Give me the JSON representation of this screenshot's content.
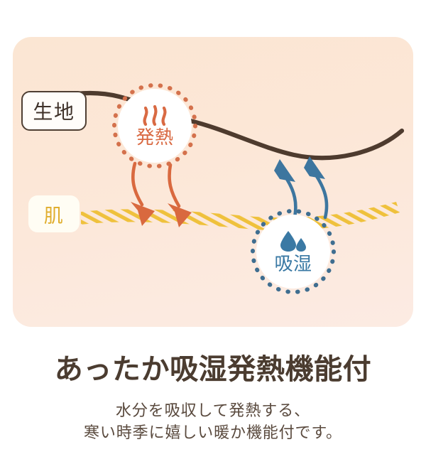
{
  "card": {
    "background_top_color": "#FBE6D3",
    "background_bottom_color": "#FCEBE3"
  },
  "labels": {
    "fabric": {
      "text": "生地",
      "border_color": "#4F3F33",
      "text_color": "#3F322A"
    },
    "skin": {
      "text": "肌",
      "border_color": "#E2B33C",
      "text_color": "#E0AE2F"
    }
  },
  "badges": {
    "heat": {
      "label": "発熱",
      "icon": "heat-waves-icon",
      "accent_color": "#D96A43",
      "dot_color": "#D4714C"
    },
    "moisture": {
      "label": "吸湿",
      "icon": "water-drop-icon",
      "accent_color": "#3A79A4",
      "dot_color": "#3F6E90"
    }
  },
  "diagram": {
    "fabric_line_color": "#4E3B2E",
    "skin_band_color": "#EFC13C",
    "heat_arrow_color": "#D9693F",
    "moisture_arrow_color": "#3D769F",
    "heat_arrows_count": 2,
    "moisture_arrows_count": 2
  },
  "copy": {
    "headline": "あったか吸湿発熱機能付",
    "subcopy_line1": "水分を吸収して発熱する、",
    "subcopy_line2": "寒い時季に嬉しい暖か機能付です。",
    "headline_color": "#4B3C30",
    "subcopy_color": "#5A4A3E"
  }
}
